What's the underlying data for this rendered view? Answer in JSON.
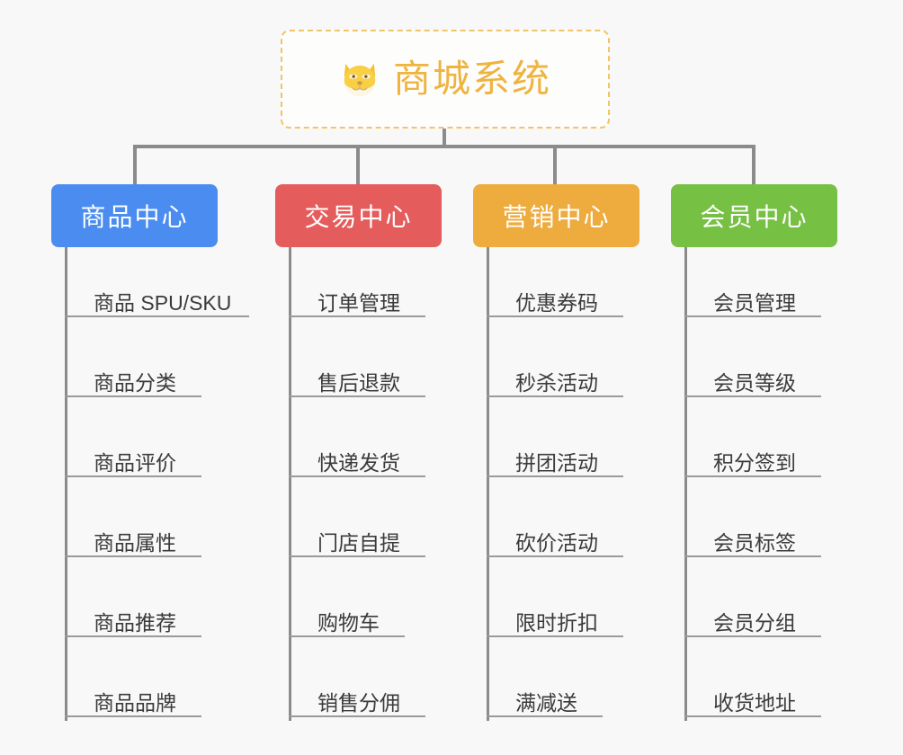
{
  "diagram": {
    "title": "商城系统",
    "icon": "shiba-dog-icon",
    "background_color": "#f8f8f8",
    "root": {
      "label": "商城系统",
      "text_color": "#efb33f",
      "border_color": "#f2c46a",
      "background_color": "#fdfdfc"
    },
    "connector_color": "#8b8b8b",
    "branches": [
      {
        "label": "商品中心",
        "color": "#4a8cf0",
        "items": [
          "商品 SPU/SKU",
          "商品分类",
          "商品评价",
          "商品属性",
          "商品推荐",
          "商品品牌"
        ]
      },
      {
        "label": "交易中心",
        "color": "#e55c5c",
        "items": [
          "订单管理",
          "售后退款",
          "快递发货",
          "门店自提",
          "购物车",
          "销售分佣"
        ]
      },
      {
        "label": "营销中心",
        "color": "#eeab3e",
        "items": [
          "优惠券码",
          "秒杀活动",
          "拼团活动",
          "砍价活动",
          "限时折扣",
          "满减送"
        ]
      },
      {
        "label": "会员中心",
        "color": "#76c044",
        "items": [
          "会员管理",
          "会员等级",
          "积分签到",
          "会员标签",
          "会员分组",
          "收货地址"
        ]
      }
    ]
  }
}
